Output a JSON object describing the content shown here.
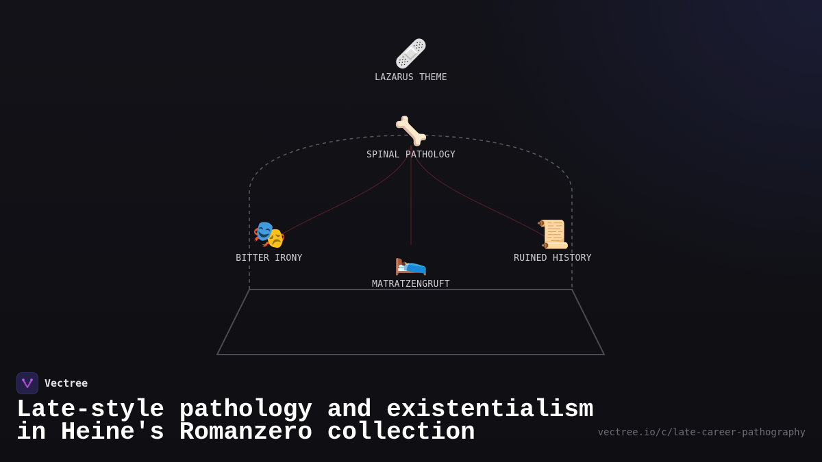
{
  "diagram": {
    "nodes": [
      {
        "id": "lazarus",
        "icon": "adhesive-bandage",
        "emoji": "🩹",
        "label": "LAZARUS THEME"
      },
      {
        "id": "spinal",
        "icon": "bone",
        "emoji": "🦴",
        "label": "SPINAL PATHOLOGY"
      },
      {
        "id": "irony",
        "icon": "performing-arts-masks",
        "emoji": "🎭",
        "label": "BITTER IRONY"
      },
      {
        "id": "matratzengruft",
        "icon": "person-in-bed",
        "emoji": "🛌",
        "label": "MATRATZENGRUFT"
      },
      {
        "id": "history",
        "icon": "scroll",
        "emoji": "📜",
        "label": "RUINED HISTORY"
      }
    ],
    "edges": [
      {
        "from": "spinal",
        "to": "irony"
      },
      {
        "from": "spinal",
        "to": "matratzengruft"
      },
      {
        "from": "spinal",
        "to": "history"
      }
    ],
    "colors": {
      "edge": "#4a1e24",
      "outline": "#4a4a50",
      "dashed": "#5a5a60"
    }
  },
  "footer": {
    "brand": "Vectree",
    "brand_icon": "vectree-logo",
    "title_line1": "Late-style pathology and existentialism",
    "title_line2": "in Heine's Romanzero collection",
    "url": "vectree.io/c/late-career-pathography"
  }
}
